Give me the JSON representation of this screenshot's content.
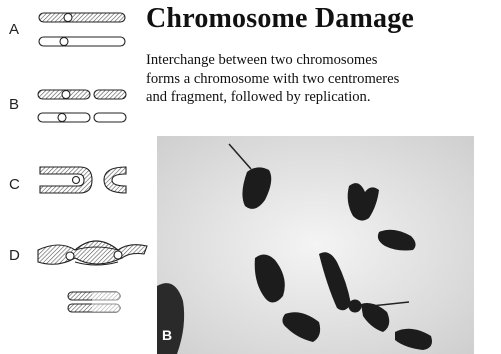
{
  "title": "Chromosome Damage",
  "caption_lines": [
    "Interchange between two chromosomes",
    "forms a chromosome with two centromeres",
    "and fragment, followed by replication."
  ],
  "stage_labels": [
    "A",
    "B",
    "C",
    "D"
  ],
  "photo_panel_label": "B",
  "colors": {
    "text": "#111111",
    "chromatin": "#1a1a1a",
    "background": "#ffffff"
  }
}
